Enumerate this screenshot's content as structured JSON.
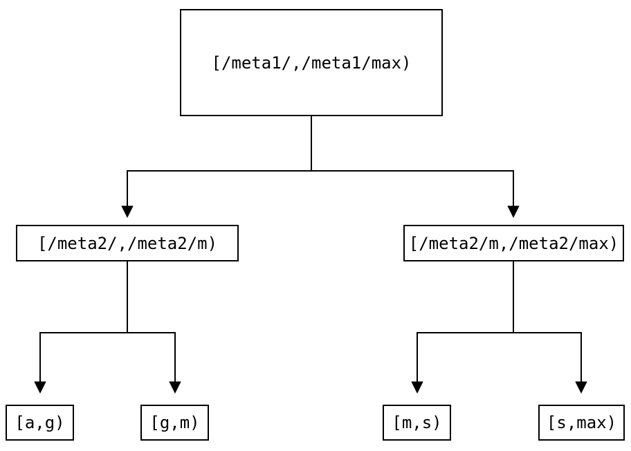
{
  "diagram": {
    "type": "tree",
    "colors": {
      "background": "#ffffff",
      "line": "#000000",
      "box_border": "#000000",
      "text": "#000000"
    },
    "nodes": {
      "root": {
        "label": "[/meta1/,/meta1/max)"
      },
      "left": {
        "label": "[/meta2/,/meta2/m)"
      },
      "right": {
        "label": "[/meta2/m,/meta2/max)"
      },
      "leaf_ag": {
        "label": "[a,g)"
      },
      "leaf_gm": {
        "label": "[g,m)"
      },
      "leaf_ms": {
        "label": "[m,s)"
      },
      "leaf_smax": {
        "label": "[s,max)"
      }
    },
    "edges": [
      {
        "from": "root",
        "to": "left"
      },
      {
        "from": "root",
        "to": "right"
      },
      {
        "from": "left",
        "to": "leaf_ag"
      },
      {
        "from": "left",
        "to": "leaf_gm"
      },
      {
        "from": "right",
        "to": "leaf_ms"
      },
      {
        "from": "right",
        "to": "leaf_smax"
      }
    ]
  }
}
